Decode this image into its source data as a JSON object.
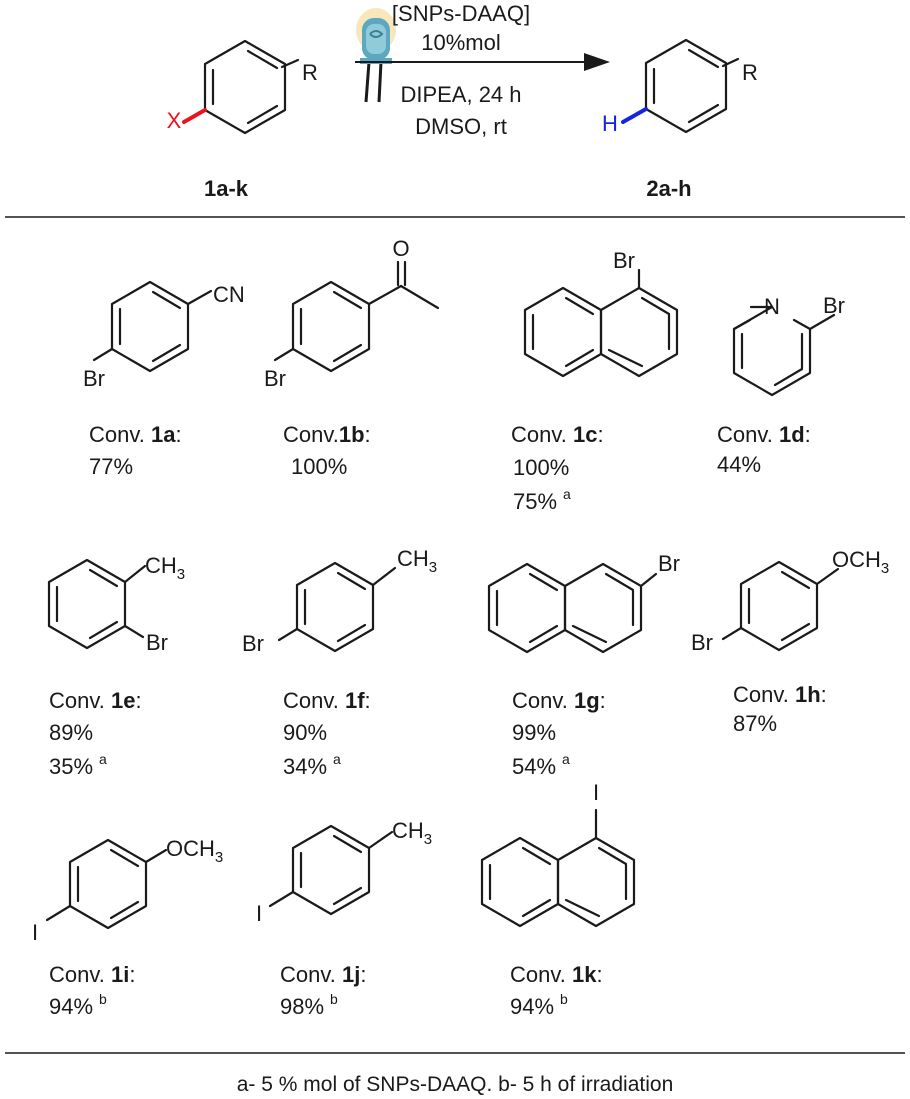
{
  "reaction": {
    "catalyst": "[SNPs-DAAQ]",
    "loading": "10%mol",
    "base_time": "DIPEA, 24 h",
    "solvent_temp": "DMSO, rt",
    "reactant_label": "1a-k",
    "product_label": "2a-h",
    "reactant_x": "X",
    "reactant_r": "R",
    "product_h": "H",
    "product_r": "R",
    "x_color": "#e8141e",
    "h_color": "#1424e0"
  },
  "compounds": [
    {
      "id": "1a",
      "prefix": "Conv. ",
      "label": "1a",
      "suffix": ":",
      "values": [
        {
          "v": "77%",
          "note": ""
        }
      ],
      "atoms": {
        "sub": "CN",
        "hal": "Br"
      }
    },
    {
      "id": "1b",
      "prefix": "Conv.",
      "label": "1b",
      "suffix": ":",
      "values": [
        {
          "v": "100%",
          "note": ""
        }
      ],
      "atoms": {
        "o": "O",
        "hal": "Br"
      }
    },
    {
      "id": "1c",
      "prefix": "Conv. ",
      "label": "1c",
      "suffix": ":",
      "values": [
        {
          "v": "100%",
          "note": ""
        },
        {
          "v": "75%",
          "note": "a"
        }
      ],
      "atoms": {
        "hal": "Br"
      }
    },
    {
      "id": "1d",
      "prefix": "Conv. ",
      "label": "1d",
      "suffix": ":",
      "values": [
        {
          "v": "44%",
          "note": ""
        }
      ],
      "atoms": {
        "n": "N",
        "hal": "Br"
      }
    },
    {
      "id": "1e",
      "prefix": "Conv. ",
      "label": "1e",
      "suffix": ":",
      "values": [
        {
          "v": "89%",
          "note": ""
        },
        {
          "v": "35%",
          "note": "a"
        }
      ],
      "atoms": {
        "sub": "CH",
        "sub_n": "3",
        "hal": "Br"
      }
    },
    {
      "id": "1f",
      "prefix": "Conv. ",
      "label": "1f",
      "suffix": ":",
      "values": [
        {
          "v": "90%",
          "note": ""
        },
        {
          "v": "34%",
          "note": "a"
        }
      ],
      "atoms": {
        "sub": "CH",
        "sub_n": "3",
        "hal": "Br"
      }
    },
    {
      "id": "1g",
      "prefix": "Conv. ",
      "label": "1g",
      "suffix": ":",
      "values": [
        {
          "v": "99%",
          "note": ""
        },
        {
          "v": "54%",
          "note": "a"
        }
      ],
      "atoms": {
        "hal": "Br"
      }
    },
    {
      "id": "1h",
      "prefix": "Conv. ",
      "label": "1h",
      "suffix": ":",
      "values": [
        {
          "v": "87%",
          "note": ""
        }
      ],
      "atoms": {
        "sub": "OCH",
        "sub_n": "3",
        "hal": "Br"
      }
    },
    {
      "id": "1i",
      "prefix": "Conv. ",
      "label": "1i",
      "suffix": ":",
      "values": [
        {
          "v": "94%",
          "note": "b"
        }
      ],
      "atoms": {
        "sub": "OCH",
        "sub_n": "3",
        "hal": "I"
      }
    },
    {
      "id": "1j",
      "prefix": "Conv. ",
      "label": "1j",
      "suffix": ":",
      "values": [
        {
          "v": "98%",
          "note": "b"
        }
      ],
      "atoms": {
        "sub": "CH",
        "sub_n": "3",
        "hal": "I"
      }
    },
    {
      "id": "1k",
      "prefix": "Conv. ",
      "label": "1k",
      "suffix": ":",
      "values": [
        {
          "v": "94%",
          "note": "b"
        }
      ],
      "atoms": {
        "hal": "I"
      }
    }
  ],
  "footnote": "a- 5 % mol of SNPs-DAAQ. b- 5 h of irradiation"
}
